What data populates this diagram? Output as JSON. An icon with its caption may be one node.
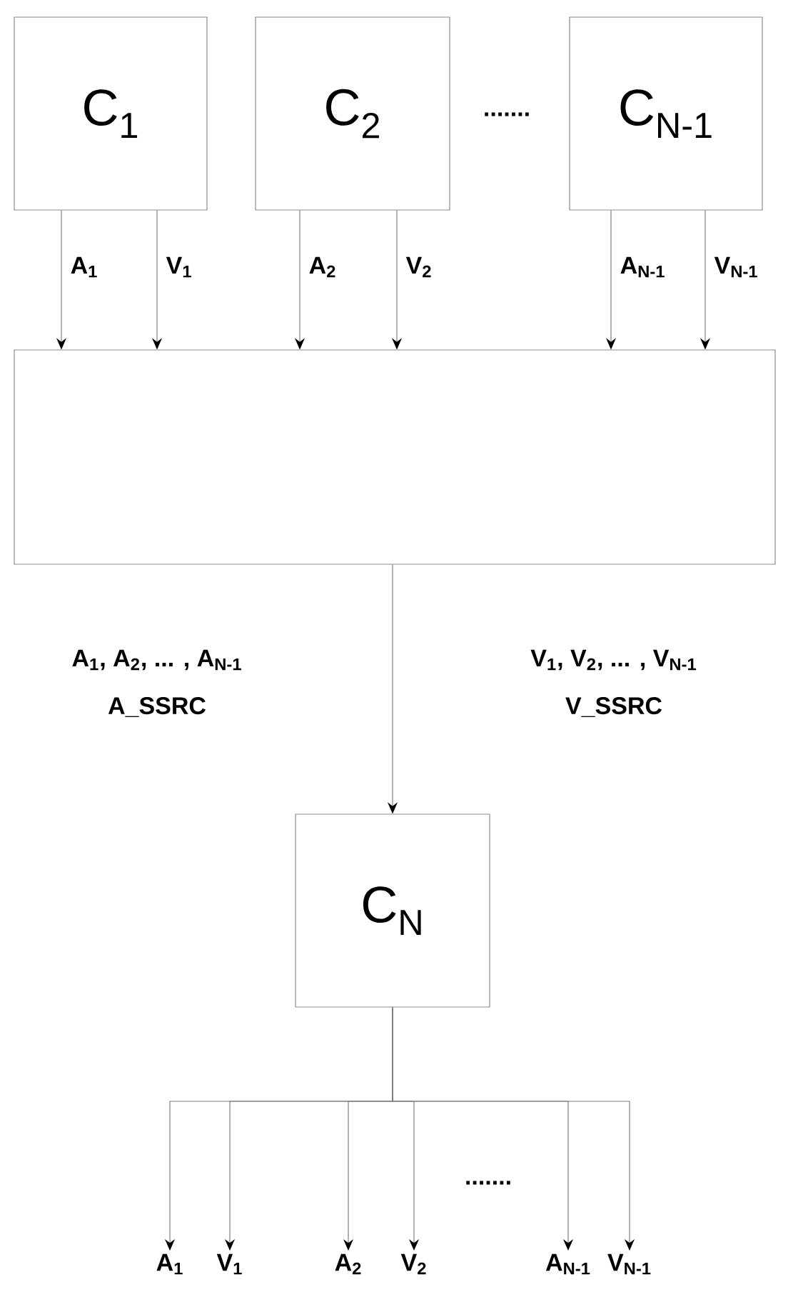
{
  "diagram": {
    "nodes": [
      {
        "text": [
          "C$_{1}$"
        ]
      },
      {
        "text": [
          "C$_{2}$"
        ]
      },
      {
        "text": [
          "C$_{N-1}$"
        ]
      },
      {
        "text": [],
        "shape": "box"
      },
      {
        "text": [
          "C$_{N}$"
        ]
      },
      {
        "text": [
          "A$_{1}$"
        ]
      },
      {
        "text": [
          "V$_{1}$"
        ]
      },
      {
        "text": [
          "A$_{2}$"
        ]
      },
      {
        "text": [
          "V$_{2}$"
        ]
      },
      {
        "text": [
          "A$_{N-1}$"
        ]
      },
      {
        "text": [
          "V$_{N-1}$"
        ]
      }
    ],
    "edges": [
      {
        "from": 0,
        "to": 3,
        "arrow": "to",
        "label": "A$_{1}$"
      },
      {
        "from": 0,
        "to": 3,
        "arrow": "to",
        "label": "V$_{1}$"
      },
      {
        "from": 1,
        "to": 3,
        "arrow": "to",
        "label": "A$_{2}$"
      },
      {
        "from": 1,
        "to": 3,
        "arrow": "to",
        "label": "V$_{2}$"
      },
      {
        "from": 2,
        "to": 3,
        "arrow": "to",
        "label": "A$_{N-1}$"
      },
      {
        "from": 2,
        "to": 3,
        "arrow": "to",
        "label": "V$_{N-1}$"
      },
      {
        "from": 3,
        "to": 4,
        "arrow": "to"
      },
      {
        "from": 4,
        "to": 5,
        "arrow": "to"
      },
      {
        "from": 4,
        "to": 6,
        "arrow": "to"
      },
      {
        "from": 4,
        "to": 7,
        "arrow": "to"
      },
      {
        "from": 4,
        "to": 8,
        "arrow": "to"
      },
      {
        "from": 4,
        "to": 9,
        "arrow": "to"
      },
      {
        "from": 4,
        "to": 10,
        "arrow": "to"
      }
    ],
    "labels": [
      ".......",
      "A$_{1}$, A$_{2}$, ... , A$_{N-1}$",
      "A_SSRC",
      "V$_{1}$, V$_{2}$, ... , V$_{N-1}$",
      "V_SSRC",
      "......."
    ]
  }
}
